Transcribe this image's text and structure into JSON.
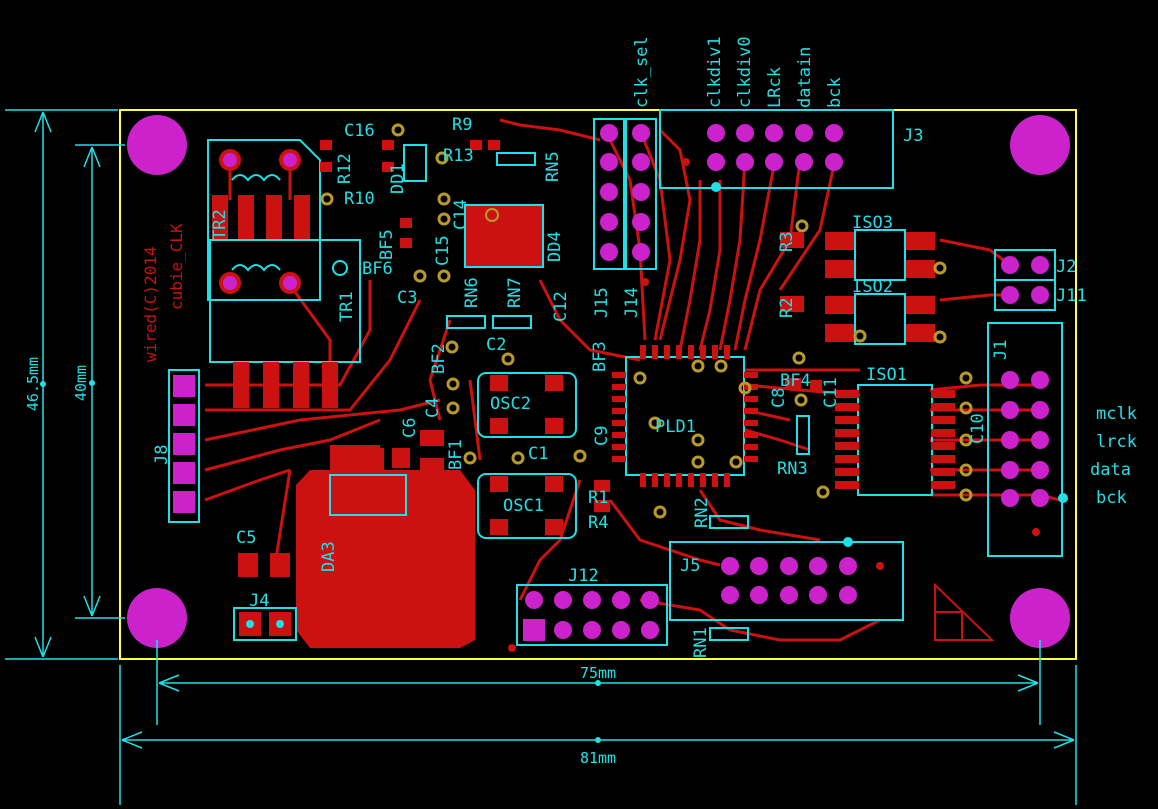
{
  "board": {
    "credit": "wired(C)2014",
    "name": "cubie_CLK",
    "dim_width_outer": "81mm",
    "dim_width_inner": "75mm",
    "dim_height_outer": "46.5mm",
    "dim_height_inner": "40mm"
  },
  "signals": {
    "top": [
      "clk_sel",
      "clkdiv1",
      "clkdiv0",
      "LRck",
      "datain",
      "bck"
    ],
    "right": [
      "mclk",
      "lrck",
      "data",
      "bck"
    ]
  },
  "components": {
    "TR1": "TR1",
    "TR2": "TR2",
    "J1": "J1",
    "J2": "J2",
    "J3": "J3",
    "J4": "J4",
    "J5": "J5",
    "J8": "J8",
    "J11": "J11",
    "J12": "J12",
    "J14": "J14",
    "J15": "J15",
    "C1": "C1",
    "C2": "C2",
    "C3": "C3",
    "C4": "C4",
    "C5": "C5",
    "C6": "C6",
    "C8": "C8",
    "C9": "C9",
    "C10": "C10",
    "C11": "C11",
    "C12": "C12",
    "C14": "C14",
    "C15": "C15",
    "C16": "C16",
    "R1": "R1",
    "R2": "R2",
    "R3": "R3",
    "R4": "R4",
    "R9": "R9",
    "R10": "R10",
    "R12": "R12",
    "R13": "R13",
    "BF1": "BF1",
    "BF2": "BF2",
    "BF3": "BF3",
    "BF4": "BF4",
    "BF5": "BF5",
    "BF6": "BF6",
    "DD1": "DD1",
    "DD4": "DD4",
    "DA3": "DA3",
    "RN1": "RN1",
    "RN2": "RN2",
    "RN3": "RN3",
    "RN5": "RN5",
    "RN6": "RN6",
    "RN7": "RN7",
    "OSC1": "OSC1",
    "OSC2": "OSC2",
    "PLD1": "PLD1",
    "ISO1": "ISO1",
    "ISO2": "ISO2",
    "ISO3": "ISO3"
  },
  "colors": {
    "background": "#000000",
    "copper": "#cc1111",
    "silkscreen": "#1ee0e6",
    "pad": "#cc22cc",
    "outline": "#ffff44",
    "via": "#b89a2a"
  }
}
